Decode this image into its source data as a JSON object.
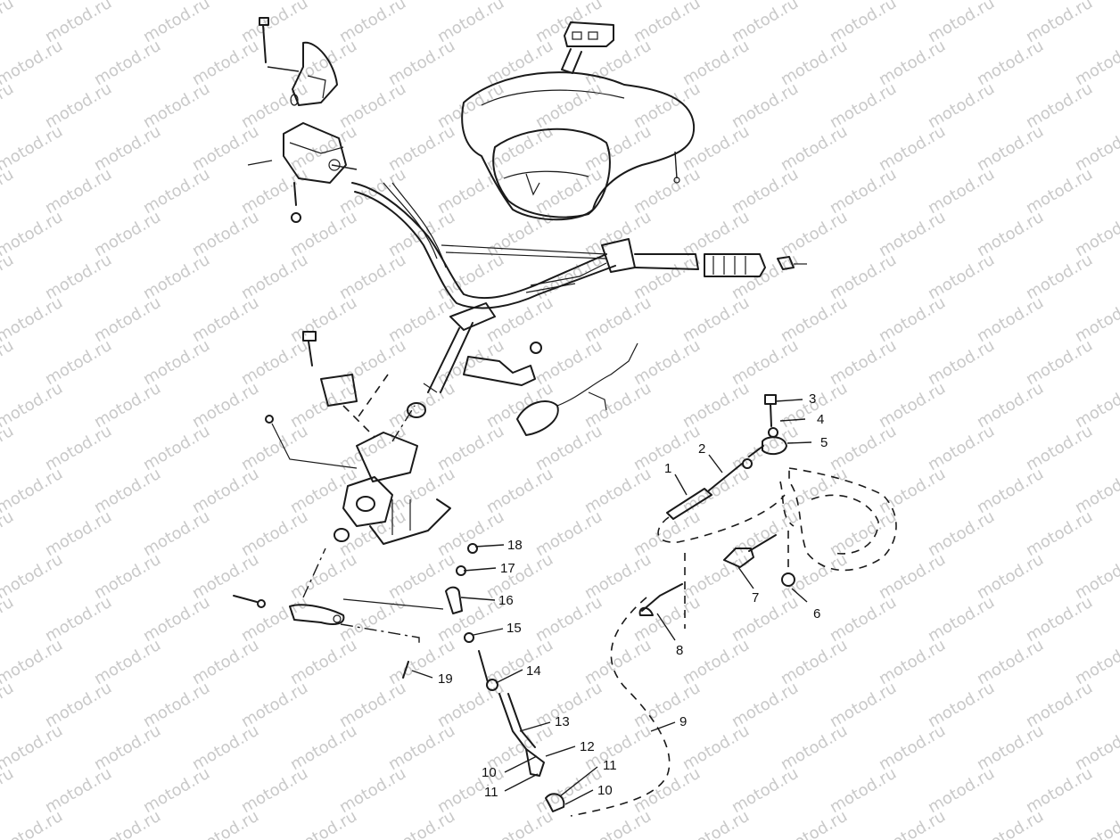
{
  "watermark": {
    "text": "motod.ru"
  },
  "callouts": [
    {
      "id": "1",
      "text": "1"
    },
    {
      "id": "2",
      "text": "2"
    },
    {
      "id": "3",
      "text": "3"
    },
    {
      "id": "4",
      "text": "4"
    },
    {
      "id": "5",
      "text": "5"
    },
    {
      "id": "6",
      "text": "6"
    },
    {
      "id": "7",
      "text": "7"
    },
    {
      "id": "8",
      "text": "8"
    },
    {
      "id": "9",
      "text": "9"
    },
    {
      "id": "10a",
      "text": "10"
    },
    {
      "id": "10b",
      "text": "10"
    },
    {
      "id": "11a",
      "text": "11"
    },
    {
      "id": "11b",
      "text": "11"
    },
    {
      "id": "12",
      "text": "12"
    },
    {
      "id": "13",
      "text": "13"
    },
    {
      "id": "14",
      "text": "14"
    },
    {
      "id": "15",
      "text": "15"
    },
    {
      "id": "16",
      "text": "16"
    },
    {
      "id": "17",
      "text": "17"
    },
    {
      "id": "18",
      "text": "18"
    },
    {
      "id": "19",
      "text": "19"
    }
  ]
}
